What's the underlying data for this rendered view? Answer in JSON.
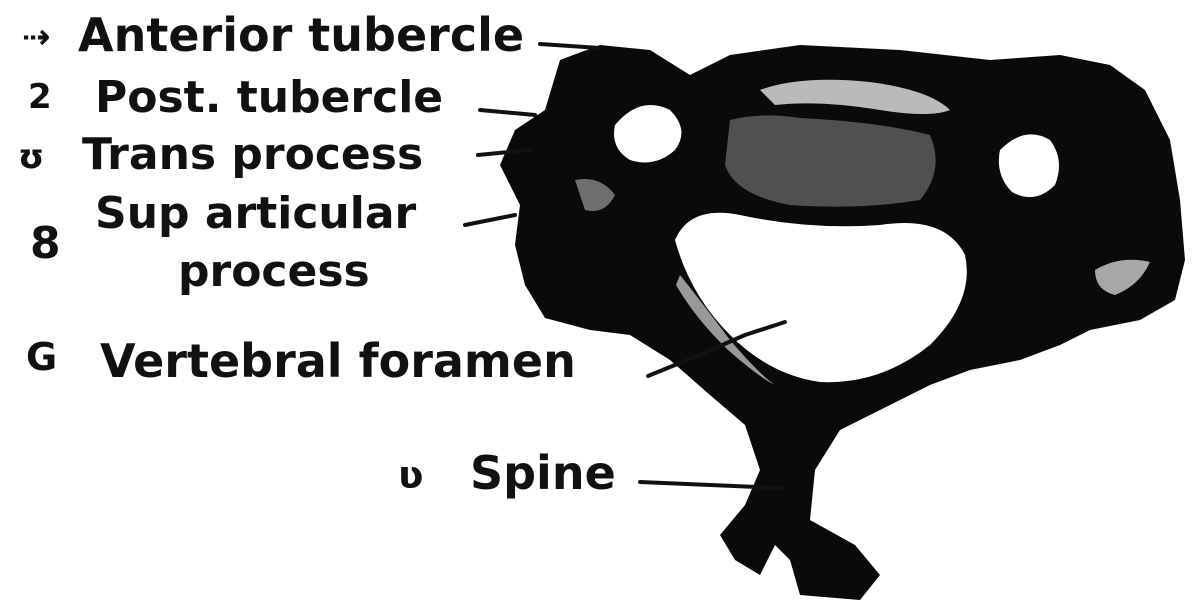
{
  "colors": {
    "ink": "#111111",
    "paper": "#ffffff",
    "bone": "#0a0a0a",
    "highlight": "#d9d9d9"
  },
  "labels": {
    "anterior_tubercle": {
      "marker": "⇢",
      "text": "Anterior tubercle"
    },
    "post_tubercle": {
      "marker": "2",
      "text": "Post. tubercle"
    },
    "trans_process": {
      "marker": "ʊ",
      "text": "Trans process"
    },
    "sup_articular_process": {
      "marker": "8",
      "line1": "Sup articular",
      "line2": "process"
    },
    "vertebral_foramen": {
      "marker": "G",
      "text": "Vertebral foramen"
    },
    "spine": {
      "marker": "ʋ",
      "text": "Spine"
    }
  }
}
